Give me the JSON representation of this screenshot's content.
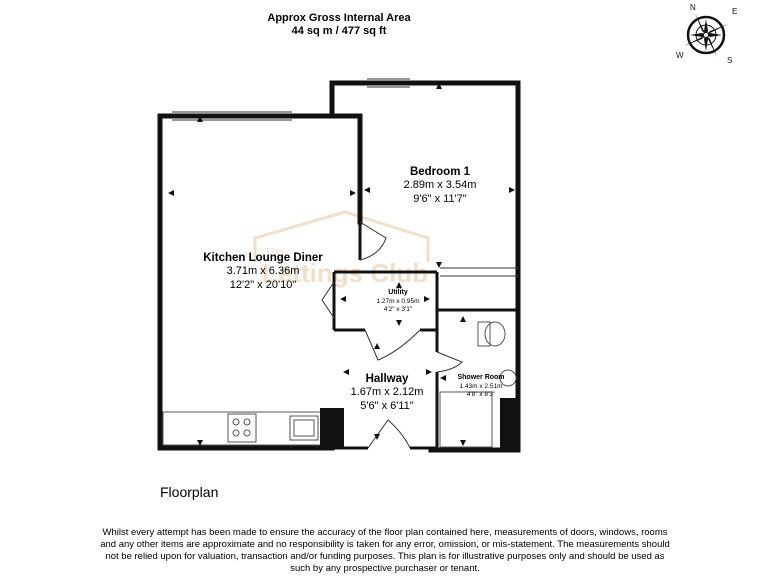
{
  "header": {
    "title": "Approx Gross Internal Area",
    "area": "44 sq m / 477 sq ft"
  },
  "watermark": {
    "small_text": "The",
    "large_text": "Lettings Club"
  },
  "rooms": {
    "kitchen": {
      "name": "Kitchen Lounge Diner",
      "metric": "3.71m x 6.36m",
      "imperial": "12'2\" x 20'10\""
    },
    "bedroom": {
      "name": "Bedroom 1",
      "metric": "2.89m x 3.54m",
      "imperial": "9'6\" x 11'7\""
    },
    "utility": {
      "name": "Utility",
      "metric": "1.27m x 0.95m",
      "imperial": "4'2\" x 3'1\""
    },
    "hallway": {
      "name": "Hallway",
      "metric": "1.67m x 2.12m",
      "imperial": "5'6\" x 6'11\""
    },
    "shower": {
      "name": "Shower Room",
      "metric": "1.43m x 2.51m",
      "imperial": "4'8\" x 8'3\""
    }
  },
  "compass": {
    "labels": [
      "N",
      "E",
      "S",
      "W"
    ]
  },
  "floorplan_label": "Floorplan",
  "disclaimer": "Whilst every attempt has been made to ensure the accuracy of the floor plan contained here, measurements of doors, windows, rooms and any other items are approximate and no responsibility is taken for any error, omission, or mis-statement. The measurements should not be relied upon for valuation, transaction and/or funding purposes. This plan is for illustrative purposes only and should be used as such by any prospective purchaser or tenant.",
  "colors": {
    "wall": "#111111",
    "watermark": "#d9a56b",
    "line": "#000000"
  }
}
